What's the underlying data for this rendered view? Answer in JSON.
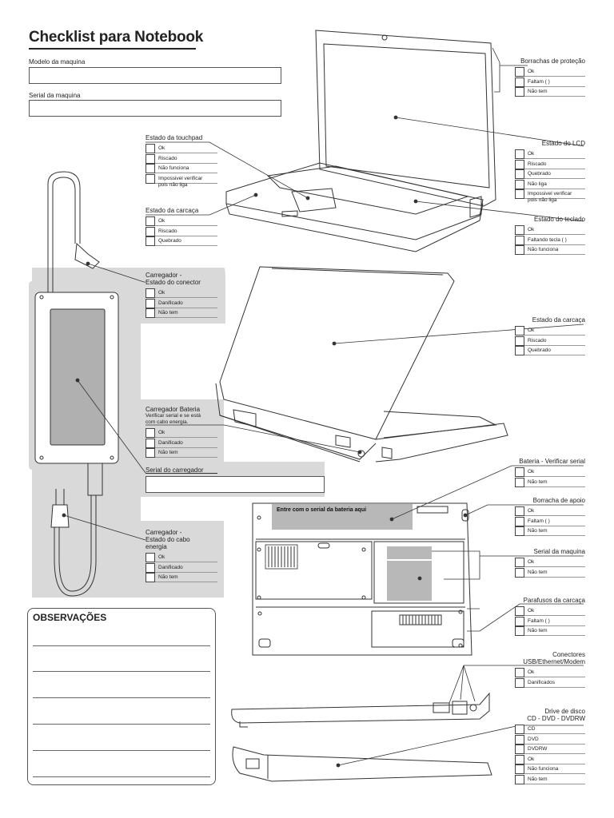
{
  "header": {
    "title": "Checklist para Notebook"
  },
  "fields": {
    "model_label": "Modelo da maquina",
    "serial_label": "Serial da maquina"
  },
  "charger": {
    "serial_label": "Serial do carregador"
  },
  "battery_serial_placeholder": "Entre com o serial da bateria aqui",
  "observations": {
    "title": "OBSERVAÇÕES"
  },
  "groups": [
    {
      "id": "touchpad",
      "title": [
        "Estado da touchpad"
      ],
      "options": [
        "Ok",
        "Riscado",
        "Não funciona",
        "Impossivel verificar",
        "pois não liga"
      ]
    },
    {
      "id": "carcaca-top",
      "title": [
        "Estado da carcaça"
      ],
      "options": [
        "Ok",
        "Riscado",
        "Quebrado"
      ]
    },
    {
      "id": "conector",
      "title": [
        "Carregador -",
        "Estado do conector"
      ],
      "options": [
        "Ok",
        "Danificado",
        "Não tem"
      ]
    },
    {
      "id": "carregador-bateria",
      "title": [
        "Carregador Bateria"
      ],
      "note": [
        "Verificar serial e se está",
        "com cabo energia."
      ],
      "options": [
        "Ok",
        "Danificado",
        "Não tem"
      ]
    },
    {
      "id": "cabo-energia",
      "title": [
        "Carregador -",
        "Estado do cabo",
        "energia"
      ],
      "options": [
        "Ok",
        "Danificado",
        "Não tem"
      ]
    },
    {
      "id": "borrachas",
      "title": [
        "Borrachas de proteção"
      ],
      "options": [
        "Ok",
        "Faltam (      )",
        "Não tem"
      ]
    },
    {
      "id": "lcd",
      "title": [
        "Estado do LCD"
      ],
      "options": [
        "Ok",
        "Riscado",
        "Quebrado",
        "Não liga",
        "Impossivel verificar",
        "pois não liga"
      ]
    },
    {
      "id": "teclado",
      "title": [
        "Estado do teclado"
      ],
      "options": [
        "Ok",
        "Faltando tecla (      )",
        "Não funciona"
      ]
    },
    {
      "id": "carcaca-back",
      "title": [
        "Estado da carcaça"
      ],
      "options": [
        "Ok",
        "Riscado",
        "Quebrado"
      ]
    },
    {
      "id": "bateria",
      "title": [
        "Bateria - Verificar serial"
      ],
      "options": [
        "Ok",
        "Não tem"
      ]
    },
    {
      "id": "borracha-apoio",
      "title": [
        "Borracha de apoio"
      ],
      "options": [
        "Ok",
        "Faltam (      )",
        "Não tem"
      ]
    },
    {
      "id": "serial-maquina",
      "title": [
        "Serial da maquina"
      ],
      "options": [
        "Ok",
        "Não tem"
      ]
    },
    {
      "id": "parafusos",
      "title": [
        "Parafusos da carcaça"
      ],
      "options": [
        "Ok",
        "Faltam (        )",
        "Não tem"
      ]
    },
    {
      "id": "conectores",
      "title": [
        "Conectores",
        "USB/Ethernet/Modem"
      ],
      "options": [
        "Ok",
        "Danificados"
      ]
    },
    {
      "id": "drive",
      "title": [
        "Drive de disco",
        "CD - DVD - DVDRW"
      ],
      "options": [
        "CD",
        "DVD",
        "DVDRW",
        "Ok",
        "Não funciona",
        "Não tem"
      ]
    }
  ]
}
